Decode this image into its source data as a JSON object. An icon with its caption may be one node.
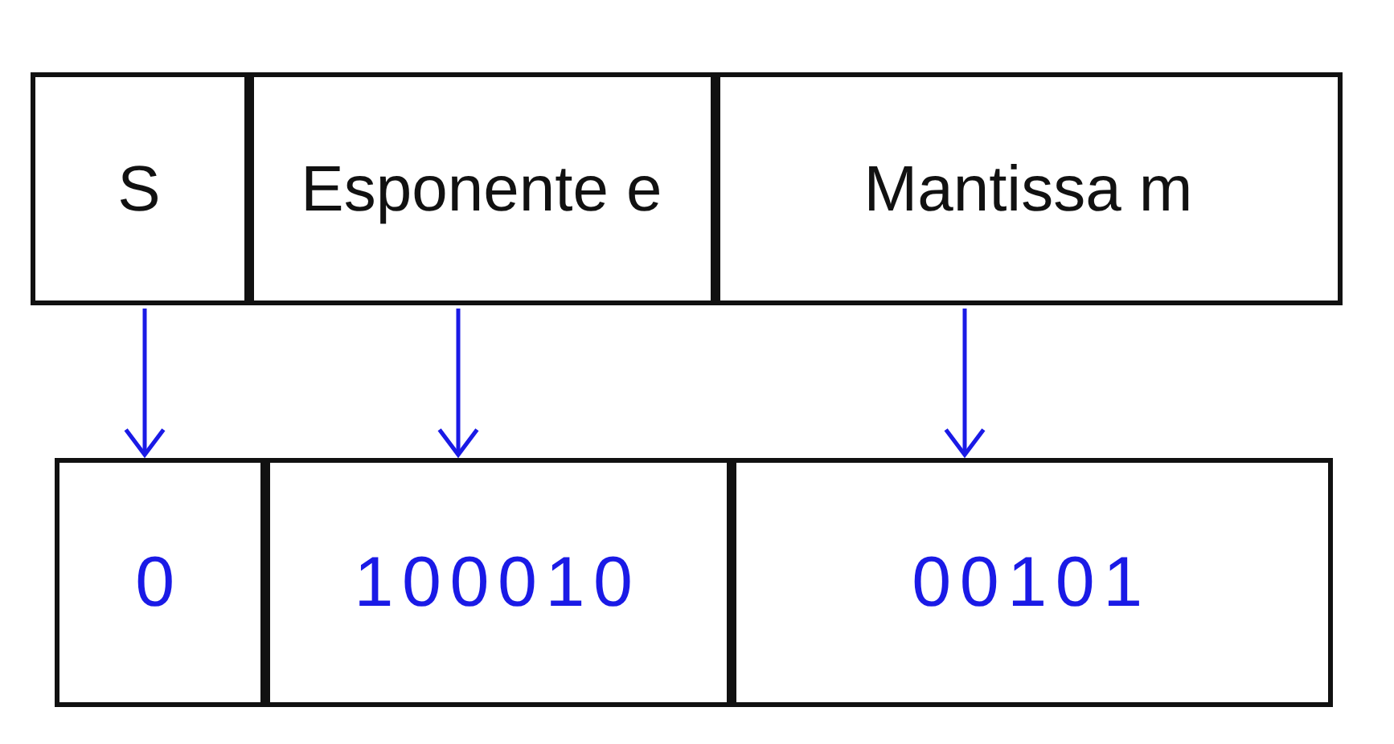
{
  "diagram": {
    "nodes": [
      {
        "text": [
          "S"
        ]
      },
      {
        "text": [
          "Esponente e"
        ]
      },
      {
        "text": [
          "Mantissa m"
        ]
      },
      {
        "text": [
          "0"
        ]
      },
      {
        "text": [
          "100010"
        ]
      },
      {
        "text": [
          "00101"
        ]
      }
    ],
    "edges": [
      {
        "from": 0,
        "to": 3,
        "arrow": "to"
      },
      {
        "from": 1,
        "to": 4,
        "arrow": "to"
      },
      {
        "from": 2,
        "to": 5,
        "arrow": "to"
      }
    ]
  }
}
